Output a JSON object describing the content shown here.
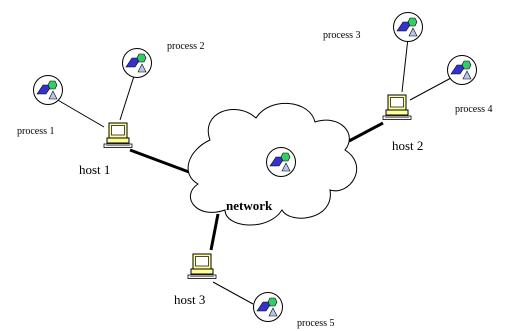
{
  "diagram": {
    "network_label": "network",
    "hosts": [
      {
        "label": "host 1"
      },
      {
        "label": "host 2"
      },
      {
        "label": "host 3"
      }
    ],
    "processes": [
      {
        "label": "process 1"
      },
      {
        "label": "process 2"
      },
      {
        "label": "process 3"
      },
      {
        "label": "process 4"
      },
      {
        "label": "process 5"
      }
    ]
  },
  "colors": {
    "process_blue": "#3333cc",
    "process_green": "#33cc66",
    "process_triangle": "#b8c4f0",
    "computer_yellow": "#ffff99",
    "cloud_fill": "#ffffff",
    "stroke": "#000000"
  },
  "icons": {
    "process": "process-icon",
    "host": "computer-icon",
    "network": "cloud-icon"
  }
}
